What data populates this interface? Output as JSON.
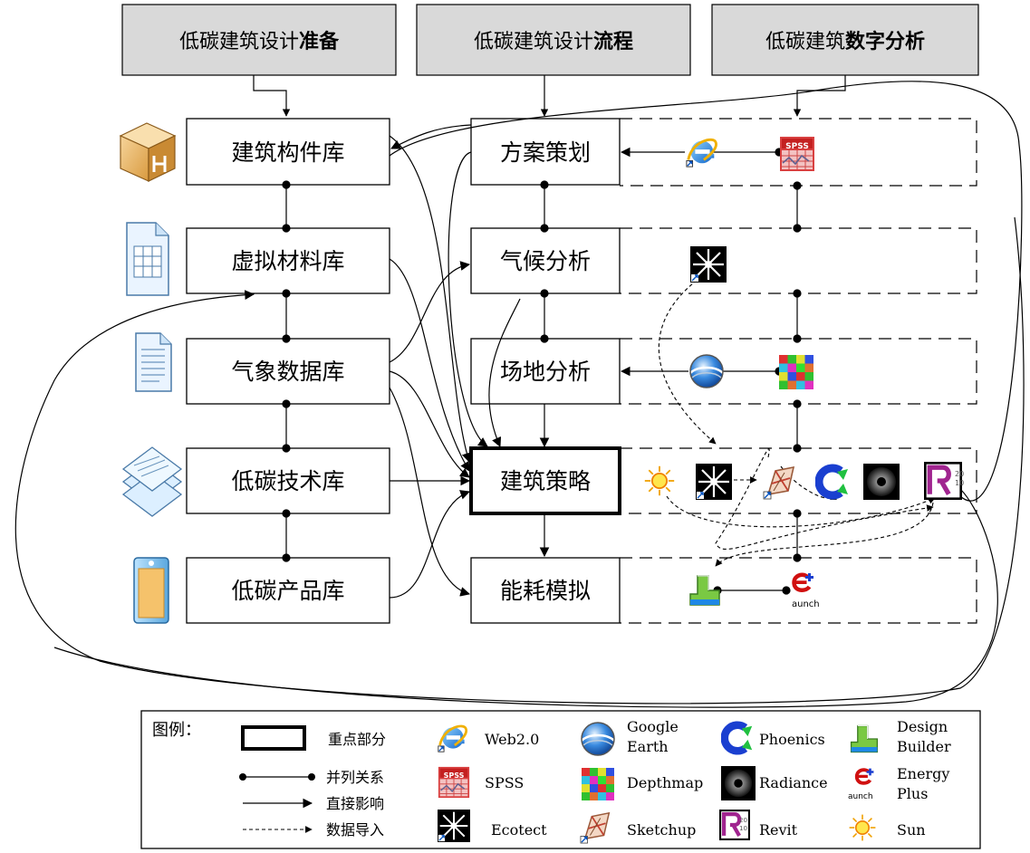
{
  "headers": {
    "prep": {
      "normal": "低碳建筑设计",
      "bold": "准备"
    },
    "flow": {
      "normal": "低碳建筑设计",
      "bold": "流程"
    },
    "digital": {
      "normal": "低碳建筑",
      "bold": "数字分析"
    }
  },
  "libraries": [
    "建筑构件库",
    "虚拟材料库",
    "气象数据库",
    "低碳技术库",
    "低碳产品库"
  ],
  "process": [
    "方案策划",
    "气候分析",
    "场地分析",
    "建筑策略",
    "能耗模拟"
  ],
  "legend": {
    "title": "图例：",
    "key_focus": "重点部分",
    "parallel": "并列关系",
    "direct": "直接影响",
    "data_import": "数据导入",
    "tools": {
      "web20": "Web2.0",
      "spss": "SPSS",
      "ecotect": "Ecotect",
      "google_earth_1": "Google",
      "google_earth_2": "Earth",
      "depthmap": "Depthmap",
      "sketchup": "Sketchup",
      "phoenics": "Phoenics",
      "radiance": "Radiance",
      "revit": "Revit",
      "design_builder_1": "Design",
      "design_builder_2": "Builder",
      "energyplus_1": "Energy",
      "energyplus_2": "Plus",
      "sun": "Sun"
    }
  },
  "icon_text": {
    "spss": "SPSS",
    "revit_year_a": "20",
    "revit_year_b": "10",
    "launch": "aunch"
  }
}
